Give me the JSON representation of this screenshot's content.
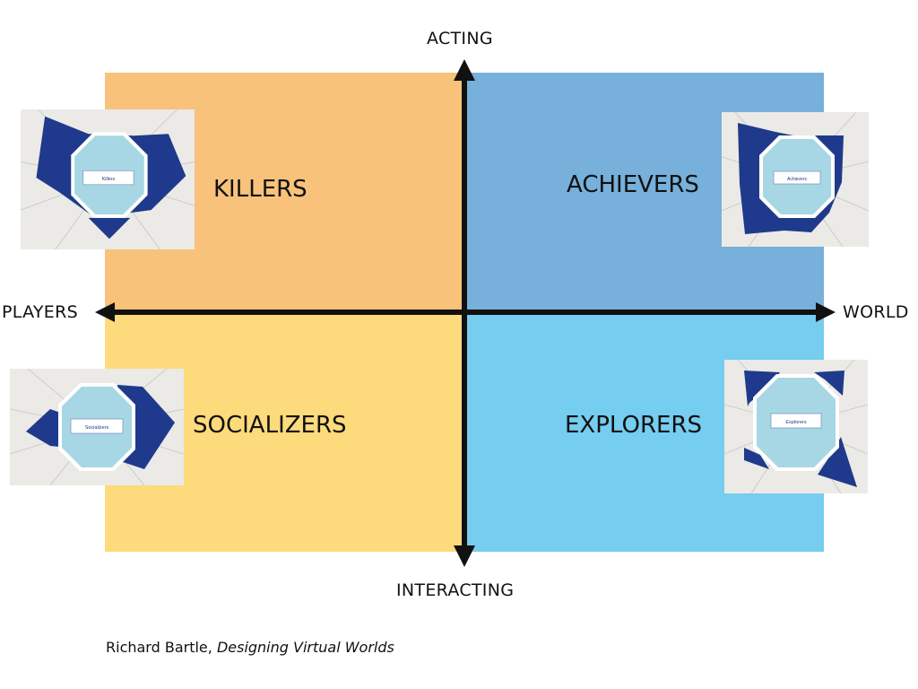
{
  "axes": {
    "top": "ACTING",
    "bottom": "INTERACTING",
    "left": "PLAYERS",
    "right": "WORLD"
  },
  "quadrants": {
    "killers": {
      "label": "KILLERS",
      "thumb_label": "Killers",
      "color": "#f9c27a"
    },
    "achievers": {
      "label": "ACHIEVERS",
      "thumb_label": "Achievers",
      "color": "#76b0db"
    },
    "socializers": {
      "label": "SOCIALIZERS",
      "thumb_label": "Socializers",
      "color": "#fdda7b"
    },
    "explorers": {
      "label": "EXPLORERS",
      "thumb_label": "Explorers",
      "color": "#75cdef"
    }
  },
  "credit": {
    "author": "Richard Bartle, ",
    "work": "Designing Virtual Worlds"
  },
  "colors": {
    "axis": "#111111",
    "shape": "#1f3a8c",
    "octagon": "#a7d7e4"
  }
}
